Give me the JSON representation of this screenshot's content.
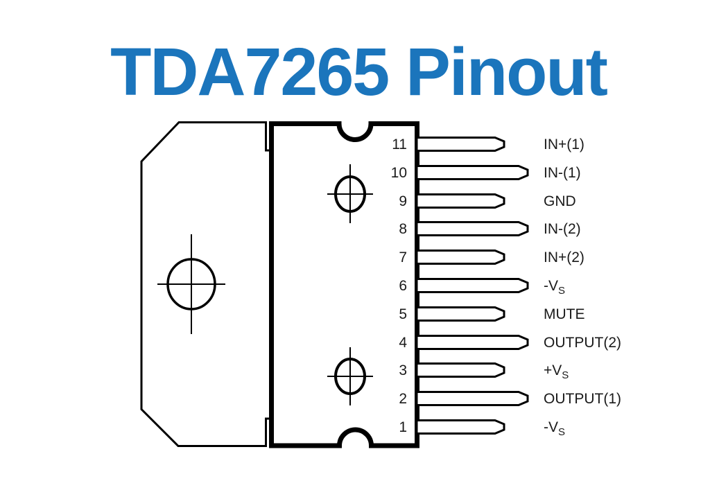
{
  "title": "TDA7265 Pinout",
  "colors": {
    "title": "#1B75BC",
    "line": "#000000",
    "label_text": "#1A1A1A",
    "background": "#FFFFFF"
  },
  "pins": [
    {
      "number": "11",
      "label": "IN+(1)",
      "sub": "",
      "length": "short"
    },
    {
      "number": "10",
      "label": "IN-(1)",
      "sub": "",
      "length": "long"
    },
    {
      "number": "9",
      "label": "GND",
      "sub": "",
      "length": "short"
    },
    {
      "number": "8",
      "label": "IN-(2)",
      "sub": "",
      "length": "long"
    },
    {
      "number": "7",
      "label": "IN+(2)",
      "sub": "",
      "length": "short"
    },
    {
      "number": "6",
      "label": "-V",
      "sub": "S",
      "length": "long"
    },
    {
      "number": "5",
      "label": "MUTE",
      "sub": "",
      "length": "short"
    },
    {
      "number": "4",
      "label": "OUTPUT(2)",
      "sub": "",
      "length": "long"
    },
    {
      "number": "3",
      "label": "+V",
      "sub": "S",
      "length": "short"
    },
    {
      "number": "2",
      "label": "OUTPUT(1)",
      "sub": "",
      "length": "long"
    },
    {
      "number": "1",
      "label": "-V",
      "sub": "S",
      "length": "short"
    }
  ]
}
